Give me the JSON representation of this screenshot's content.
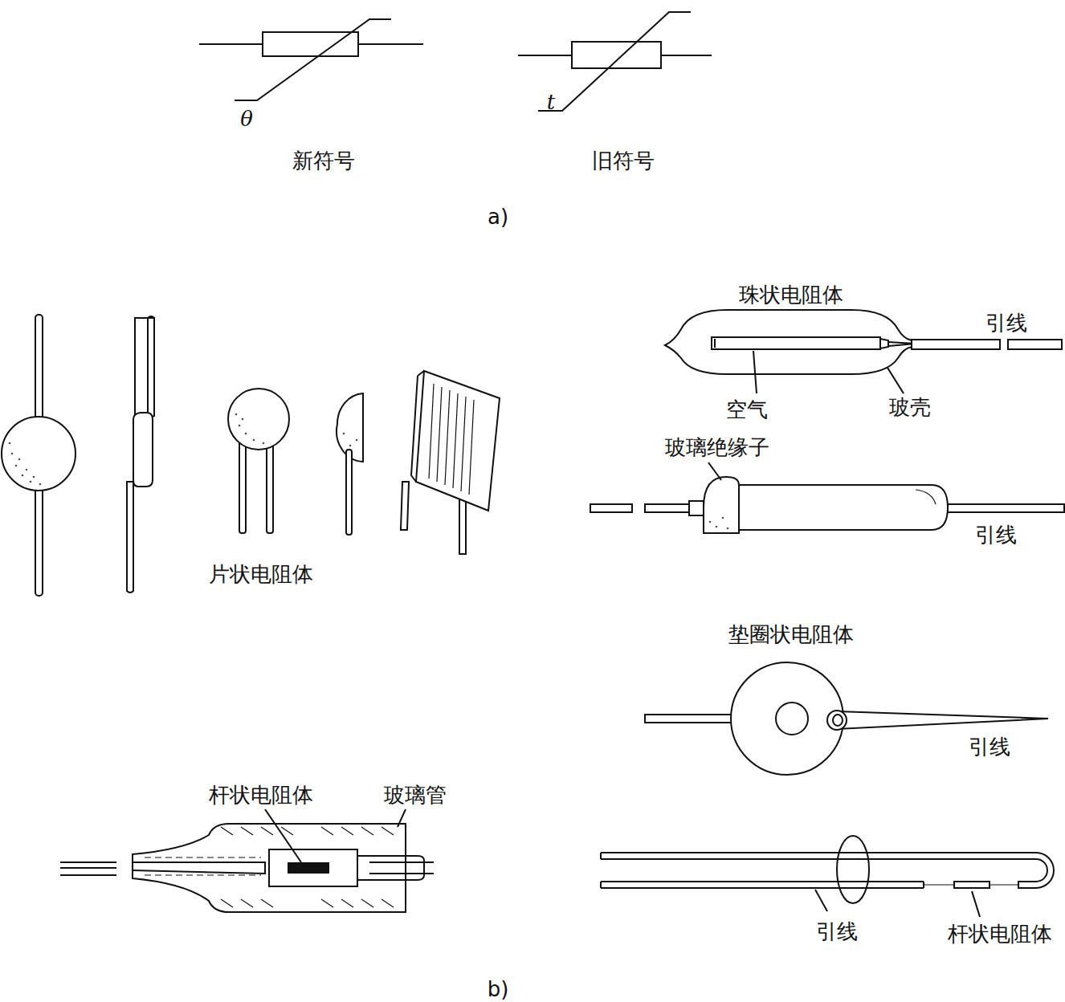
{
  "diagram": {
    "labels": [
      "θ",
      "新符号",
      "t",
      "旧符号",
      "a)",
      "珠状电阻体",
      "引线",
      "空气",
      "玻壳",
      "玻璃绝缘子",
      "引线",
      "片状电阻体",
      "垫圈状电阻体",
      "引线",
      "杆状电阻体",
      "玻璃管",
      "引线",
      "杆状电阻体",
      "b)"
    ]
  }
}
